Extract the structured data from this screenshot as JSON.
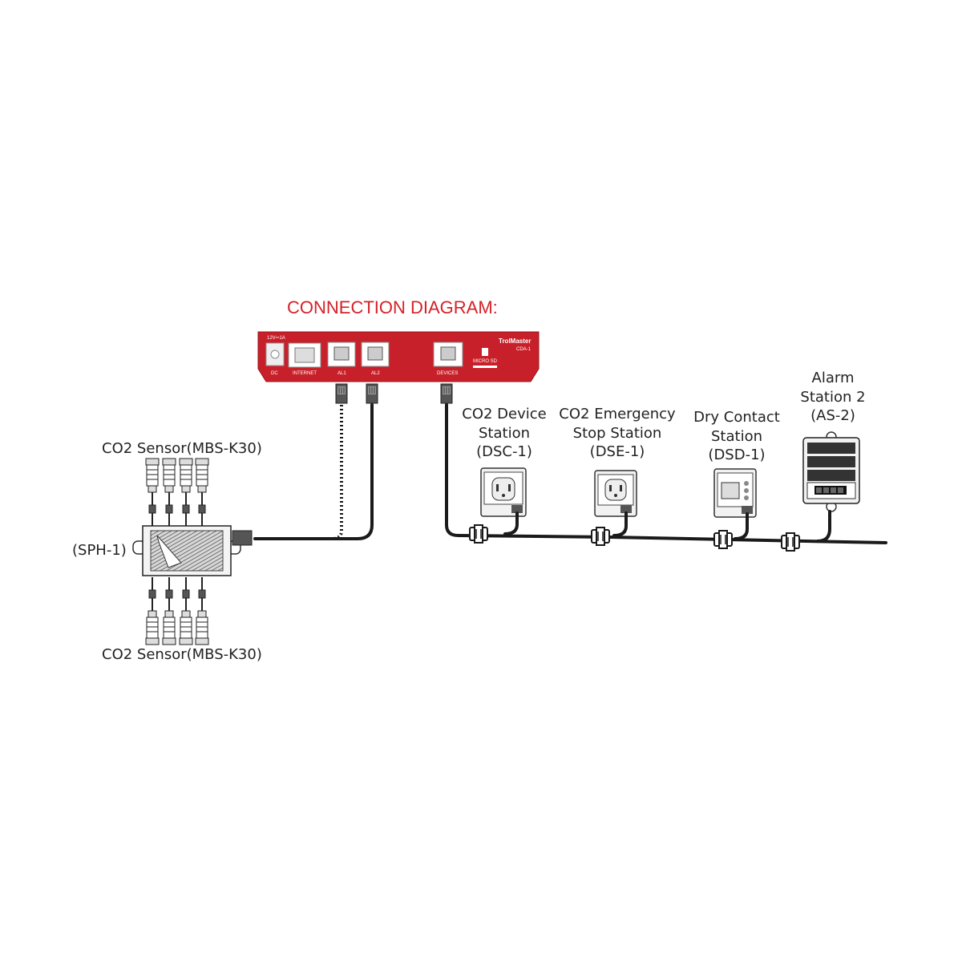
{
  "title": "CONNECTION DIAGRAM:",
  "controller": {
    "brand": "TrolMaster",
    "model": "CDA-1",
    "power_label": "12V⎓1A",
    "ports": {
      "dc": "DC",
      "internet": "INTERNET",
      "al1": "AL1",
      "al2": "AL2",
      "devices": "DEVICES",
      "micro_sd": "MICRO SD"
    },
    "color": "#c8202a"
  },
  "sensor_top_label": "CO2 Sensor(MBS-K30)",
  "sensor_bottom_label": "CO2 Sensor(MBS-K30)",
  "hub_label": "(SPH-1)",
  "stations": {
    "dsc": [
      "CO2 Device",
      "Station",
      "(DSC-1)"
    ],
    "dse": [
      "CO2 Emergency",
      "Stop Station",
      "(DSE-1)"
    ],
    "dsd": [
      "Dry Contact",
      "Station",
      "(DSD-1)"
    ],
    "as2": [
      "Alarm",
      "Station 2",
      "(AS-2)"
    ]
  }
}
